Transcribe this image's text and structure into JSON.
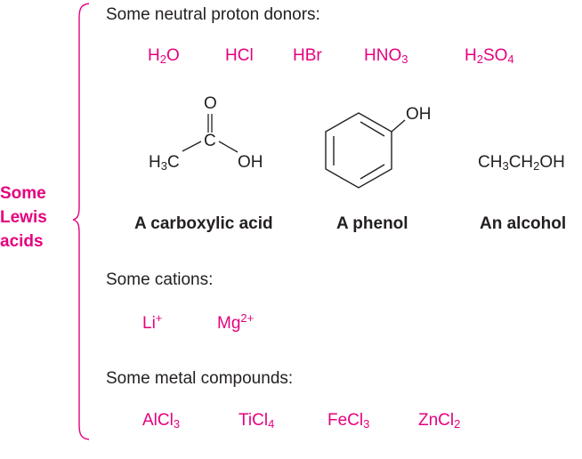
{
  "side_label": [
    "Some",
    "Lewis",
    "acids"
  ],
  "section1": {
    "heading": "Some neutral proton donors:",
    "formulas": [
      {
        "parts": [
          [
            "H",
            ""
          ],
          [
            "2",
            "sub"
          ],
          [
            "O",
            ""
          ]
        ]
      },
      {
        "parts": [
          [
            "HCl",
            ""
          ]
        ]
      },
      {
        "parts": [
          [
            "HBr",
            ""
          ]
        ]
      },
      {
        "parts": [
          [
            "HNO",
            ""
          ],
          [
            "3",
            "sub"
          ]
        ]
      },
      {
        "parts": [
          [
            "H",
            ""
          ],
          [
            "2",
            "sub"
          ],
          [
            "SO",
            ""
          ],
          [
            "4",
            "sub"
          ]
        ]
      }
    ]
  },
  "structures": {
    "carboxylic": {
      "o_top": "O",
      "c_center": "C",
      "h3c": [
        [
          "H",
          ""
        ],
        [
          "3",
          "sub"
        ],
        [
          "C",
          ""
        ]
      ],
      "oh": "OH",
      "caption": "A carboxylic acid"
    },
    "phenol": {
      "oh": "OH",
      "caption": "A phenol"
    },
    "alcohol": {
      "formula": [
        [
          "CH",
          ""
        ],
        [
          "3",
          "sub"
        ],
        [
          "CH",
          ""
        ],
        [
          "2",
          "sub"
        ],
        [
          "OH",
          ""
        ]
      ],
      "caption": "An alcohol"
    }
  },
  "section2": {
    "heading": "Some cations:",
    "formulas": [
      {
        "parts": [
          [
            "Li",
            ""
          ],
          [
            "+",
            "sup"
          ]
        ]
      },
      {
        "parts": [
          [
            "Mg",
            ""
          ],
          [
            "2+",
            "sup"
          ]
        ]
      }
    ]
  },
  "section3": {
    "heading": "Some metal compounds:",
    "formulas": [
      {
        "parts": [
          [
            "AlCl",
            ""
          ],
          [
            "3",
            "sub"
          ]
        ]
      },
      {
        "parts": [
          [
            "TiCl",
            ""
          ],
          [
            "4",
            "sub"
          ]
        ]
      },
      {
        "parts": [
          [
            "FeCl",
            ""
          ],
          [
            "3",
            "sub"
          ]
        ]
      },
      {
        "parts": [
          [
            "ZnCl",
            ""
          ],
          [
            "2",
            "sub"
          ]
        ]
      }
    ]
  },
  "colors": {
    "accent": "#e5007e",
    "text": "#231f20"
  }
}
